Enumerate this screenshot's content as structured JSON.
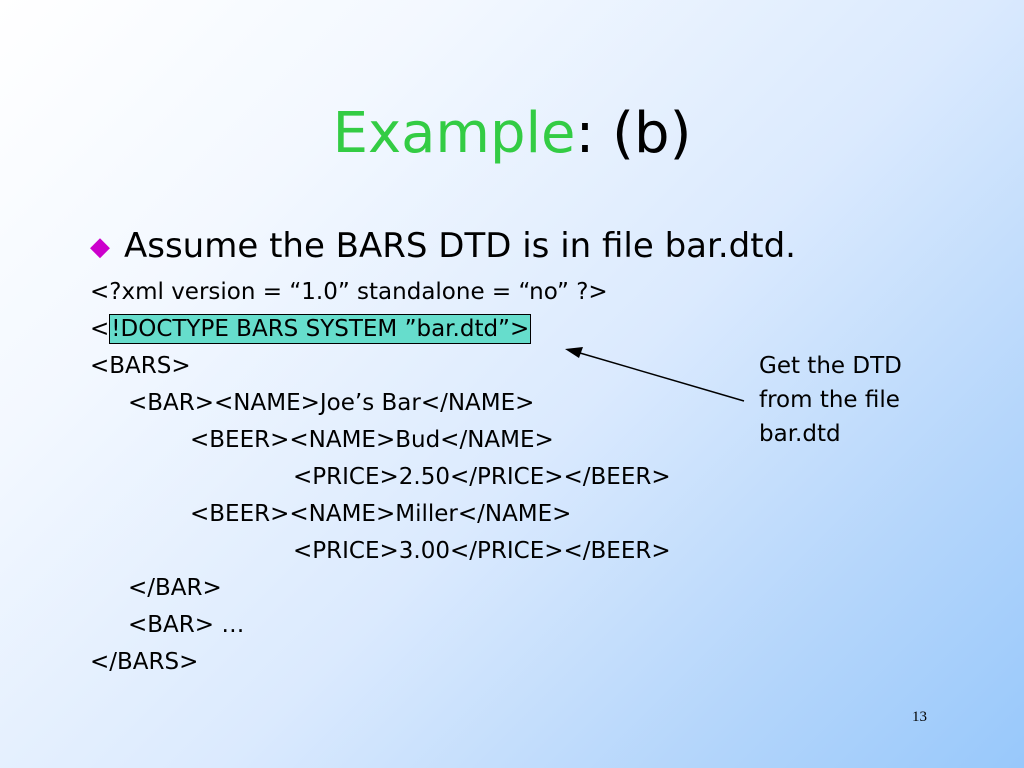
{
  "slide": {
    "title_accent": "Example",
    "title_rest": ": (b)",
    "bullet_icon": "diamond-bullet",
    "bullet_text": "Assume the BARS DTD is in file bar.dtd.",
    "code": {
      "xml_decl": "<?xml version = “1.0” standalone = “no” ?>",
      "doctype_lt": "<",
      "doctype_rest": "!DOCTYPE BARS SYSTEM ”bar.dtd”>",
      "bars_open": "<BARS>",
      "bar_open": "<BAR><NAME>Joe’s Bar</NAME>",
      "beer1_open": "<BEER><NAME>Bud</NAME>",
      "beer1_price": "<PRICE>2.50</PRICE></BEER>",
      "beer2_open": "<BEER><NAME>Miller</NAME>",
      "beer2_price": "<PRICE>3.00</PRICE></BEER>",
      "bar_close": "</BAR>",
      "bar_more": "<BAR> …",
      "bars_close": "</BARS>"
    },
    "callout_text": "Get the DTD\nfrom the file\nbar.dtd",
    "page_number": "13",
    "colors": {
      "title_accent": "#33cc44",
      "bullet": "#cc00cc",
      "highlight": "#66ddcc"
    }
  }
}
